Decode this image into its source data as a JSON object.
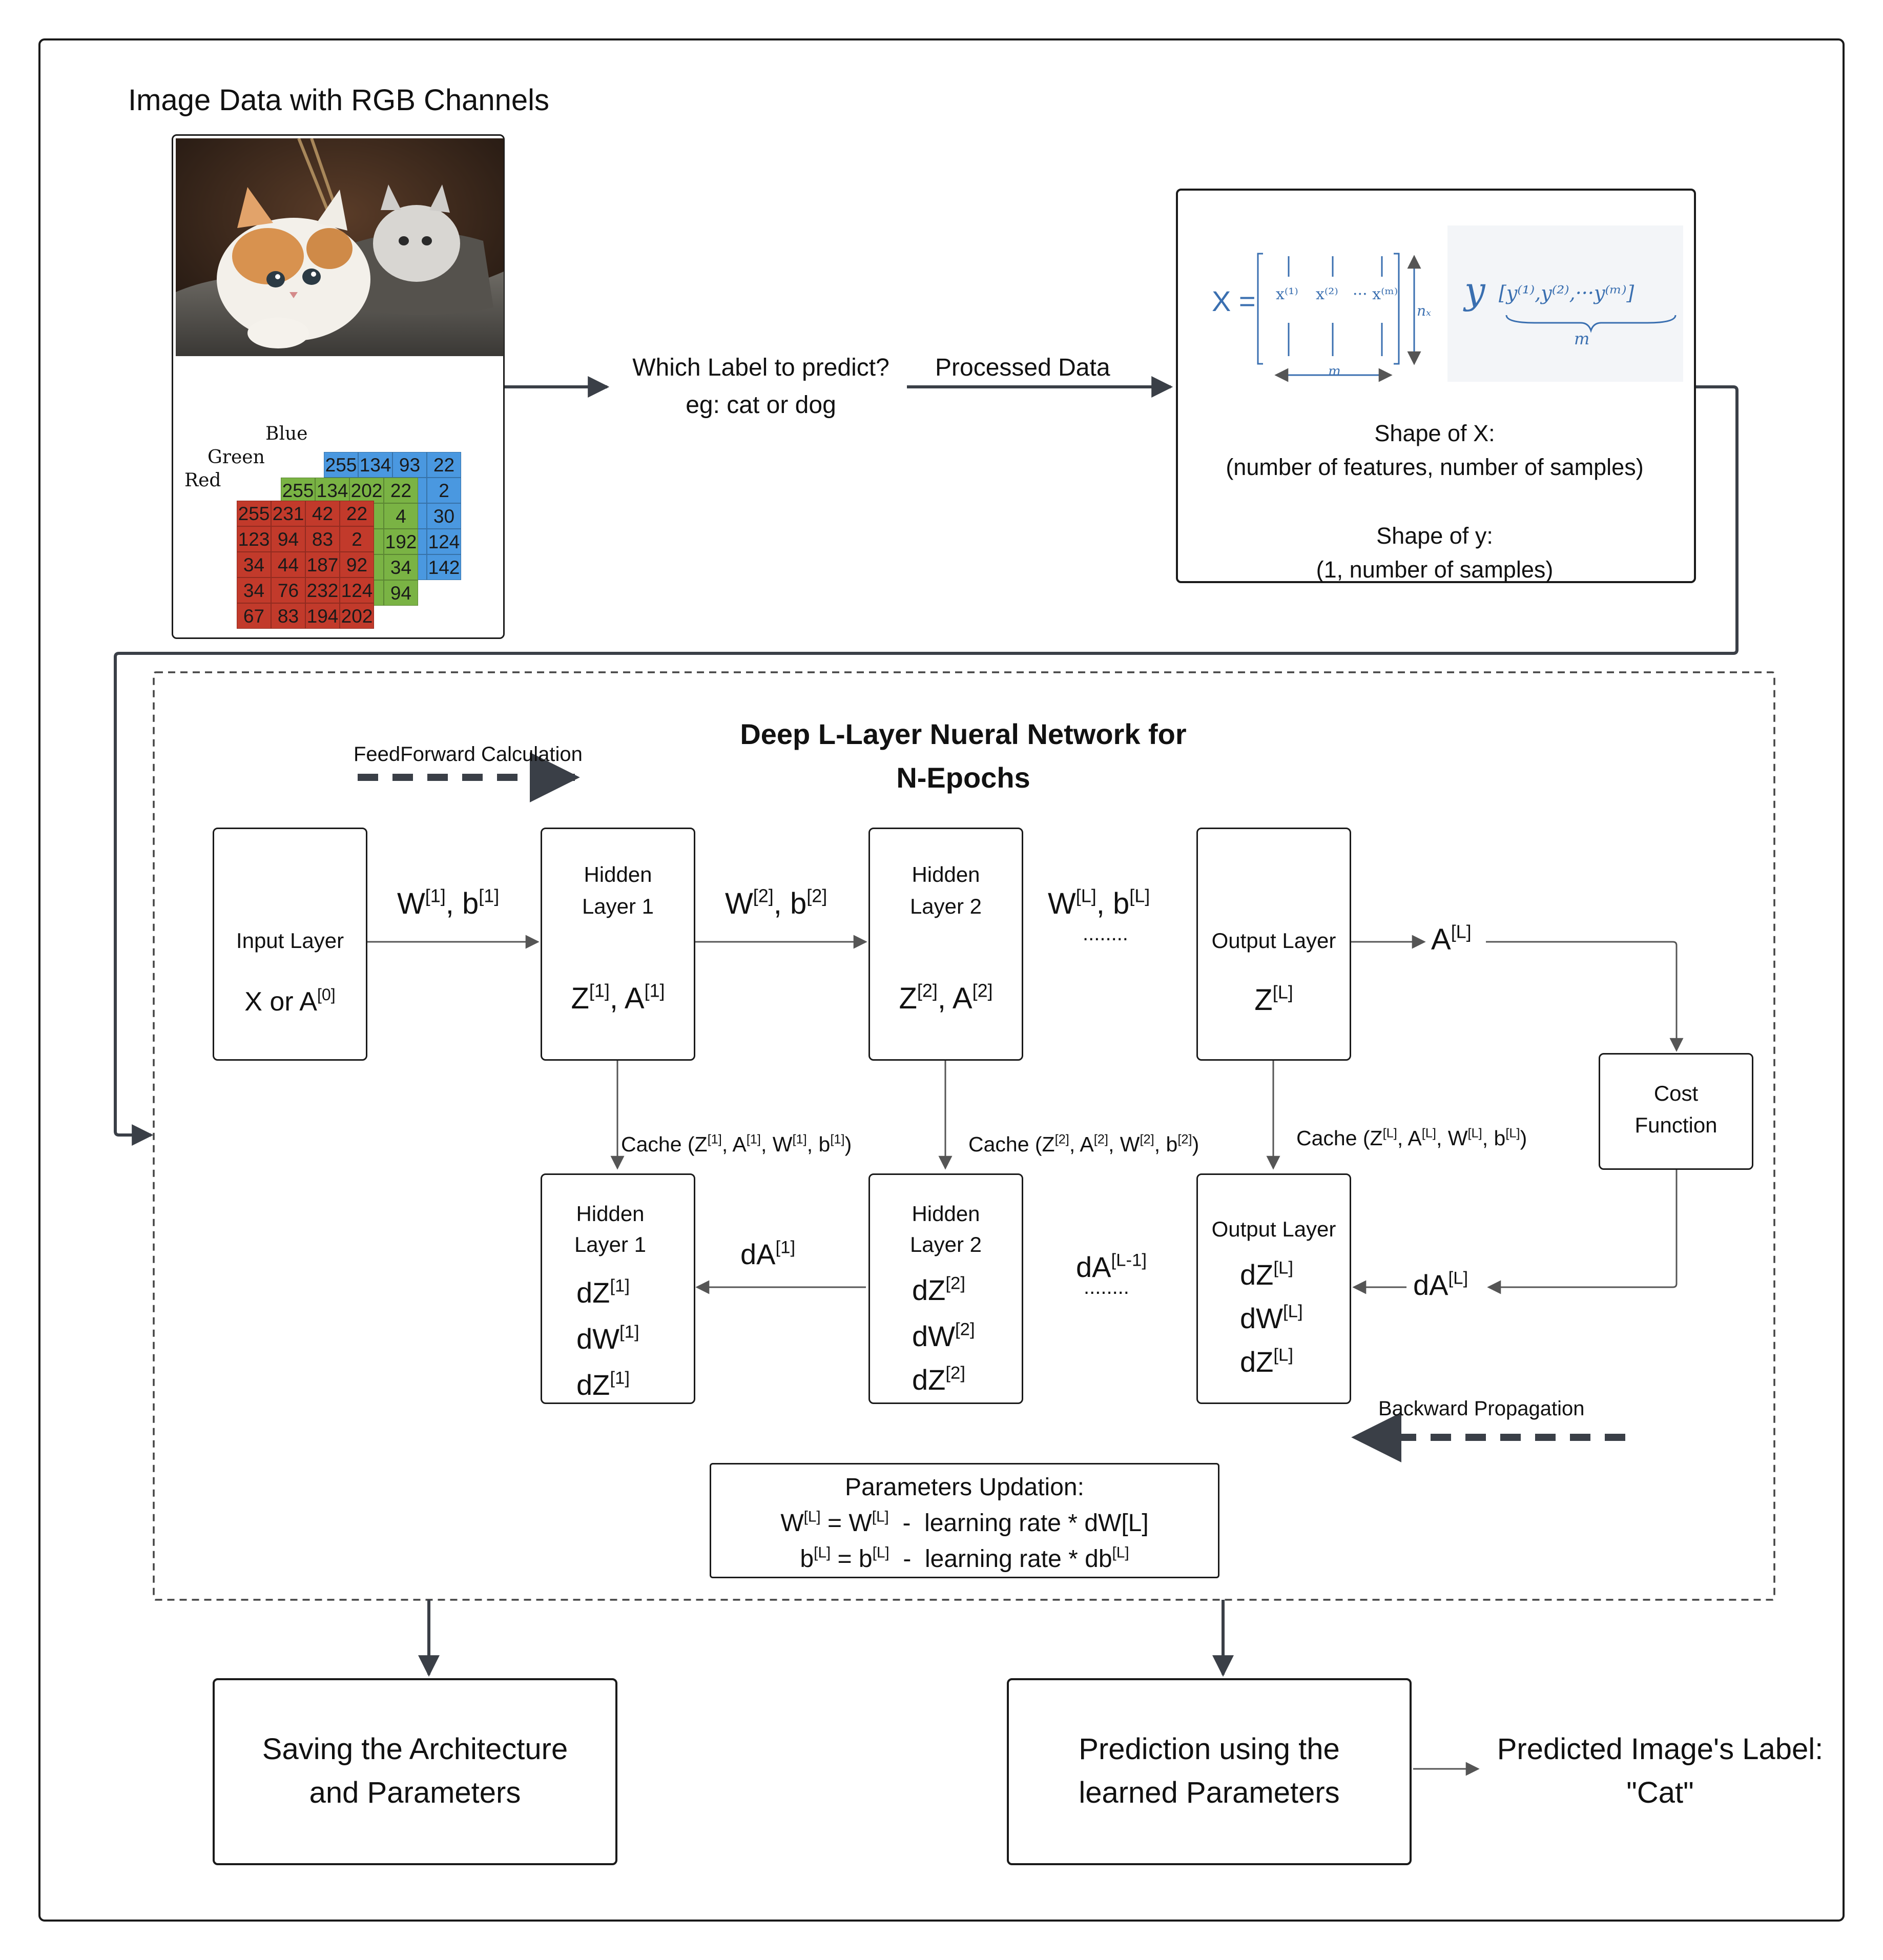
{
  "image_section": {
    "title": "Image Data with RGB Channels",
    "channel_labels": {
      "blue": "Blue",
      "green": "Green",
      "red": "Red"
    },
    "colors": {
      "blue": "#4a98e0",
      "green": "#7ab344",
      "red": "#c23a2b"
    },
    "blue_rows": [
      [
        "255",
        "134",
        "93",
        "22"
      ],
      [
        "",
        "",
        "",
        "2"
      ],
      [
        "",
        "",
        "",
        "30"
      ],
      [
        "",
        "",
        "",
        "124"
      ],
      [
        "",
        "",
        "",
        "142"
      ]
    ],
    "green_rows": [
      [
        "255",
        "134",
        "202",
        "22"
      ],
      [
        "",
        "",
        "",
        "4"
      ],
      [
        "",
        "",
        "",
        "192"
      ],
      [
        "",
        "",
        "",
        "34"
      ],
      [
        "",
        "",
        "",
        "94"
      ]
    ],
    "red_rows": [
      [
        "255",
        "231",
        "42",
        "22"
      ],
      [
        "123",
        "94",
        "83",
        "2"
      ],
      [
        "34",
        "44",
        "187",
        "92"
      ],
      [
        "34",
        "76",
        "232",
        "124"
      ],
      [
        "67",
        "83",
        "194",
        "202"
      ]
    ]
  },
  "question": {
    "line1": "Which Label to predict?",
    "line2": "eg: cat or dog"
  },
  "processed_data_label": "Processed Data",
  "data_box": {
    "x_eq": "X =",
    "x_cols": [
      "x⁽¹⁾",
      "x⁽²⁾",
      "··· x⁽ᵐ⁾"
    ],
    "nx": "nₓ",
    "m": "m",
    "y_sym": "y",
    "y_vec": "y⁽¹⁾,y⁽²⁾,···y⁽ᵐ⁾",
    "shape_x_title": "Shape of X:",
    "shape_x_value": "(number of features, number of samples)",
    "shape_y_title": "Shape of y:",
    "shape_y_value": "(1, number of samples)"
  },
  "network": {
    "title_line1": "Deep L-Layer Nueral Network for",
    "title_line2": "N-Epochs",
    "feedforward_label": "FeedForward Calculation",
    "backward_label": "Backward Propagation",
    "input_layer": {
      "name": "Input Layer",
      "value": "X or A",
      "value_sup": "[0]"
    },
    "hidden1": {
      "line1": "Hidden",
      "line2": "Layer 1",
      "z": "Z",
      "z_sup": "[1]",
      "a": ", A",
      "a_sup": "[1]"
    },
    "hidden2": {
      "line1": "Hidden",
      "line2": "Layer 2",
      "z": "Z",
      "z_sup": "[2]",
      "a": ", A",
      "a_sup": "[2]"
    },
    "output_layer": {
      "name": "Output Layer",
      "z": "Z",
      "z_sup": "[L]"
    },
    "w1": {
      "w": "W",
      "w_sup": "[1]",
      "b": ", b",
      "b_sup": "[1]"
    },
    "w2": {
      "w": "W",
      "w_sup": "[2]",
      "b": ", b",
      "b_sup": "[2]"
    },
    "wl": {
      "w": "W",
      "w_sup": "[L]",
      "b": ", b",
      "b_sup": "[L]"
    },
    "dots": "........",
    "al": {
      "a": "A",
      "a_sup": "[L]"
    },
    "cost_function": {
      "line1": "Cost",
      "line2": "Function"
    },
    "cache1": {
      "prefix": "Cache (Z",
      "s1": "[1]",
      "p2": ", A",
      "s2": "[1]",
      "p3": ", W",
      "s3": "[1]",
      "p4": ", b",
      "s4": "[1]",
      "suffix": ")"
    },
    "cache2": {
      "prefix": "Cache (Z",
      "s1": "[2]",
      "p2": ", A",
      "s2": "[2]",
      "p3": ", W",
      "s3": "[2]",
      "p4": ", b",
      "s4": "[2]",
      "suffix": ")"
    },
    "cachel": {
      "prefix": "Cache (Z",
      "s1": "[L]",
      "p2": ", A",
      "s2": "[L]",
      "p3": ", W",
      "s3": "[L]",
      "p4": ", b",
      "s4": "[L]",
      "suffix": ")"
    },
    "back_h1": {
      "line1": "Hidden",
      "line2": "Layer 1",
      "dz": "dZ",
      "dz_sup": "[1]",
      "dw": "dW",
      "dw_sup": "[1]",
      "dz2": "dZ",
      "dz2_sup": "[1]"
    },
    "back_h2": {
      "line1": "Hidden",
      "line2": "Layer 2",
      "dz": "dZ",
      "dz_sup": "[2]",
      "dw": "dW",
      "dw_sup": "[2]",
      "dz2": "dZ",
      "dz2_sup": "[2]"
    },
    "back_out": {
      "name": "Output Layer",
      "dz": "dZ",
      "dz_sup": "[L]",
      "dw": "dW",
      "dw_sup": "[L]",
      "dz2": "dZ",
      "dz2_sup": "[L]"
    },
    "da1": {
      "a": "dA",
      "a_sup": "[1]"
    },
    "dal1": {
      "a": "dA",
      "a_sup": "[L-1]"
    },
    "dal": {
      "a": "dA",
      "a_sup": "[L]"
    },
    "params": {
      "title": "Parameters Updation:",
      "w_lhs": "W",
      "w_lhs_sup": "[L]",
      "w_eq": " = W",
      "w_eq_sup": "[L]",
      "w_rhs": "  -  learning rate * dW[L]",
      "b_lhs": "b",
      "b_lhs_sup": "[L]",
      "b_eq": " = b",
      "b_eq_sup": "[L]",
      "b_rhs": "  -  learning rate * db",
      "b_rhs_sup": "[L]"
    }
  },
  "saving_box": {
    "line1": "Saving the Architecture",
    "line2": "and Parameters"
  },
  "prediction_box": {
    "line1": "Prediction using the",
    "line2": "learned Parameters"
  },
  "predicted_label": {
    "line1": "Predicted Image's Label:",
    "line2": "\"Cat\""
  }
}
